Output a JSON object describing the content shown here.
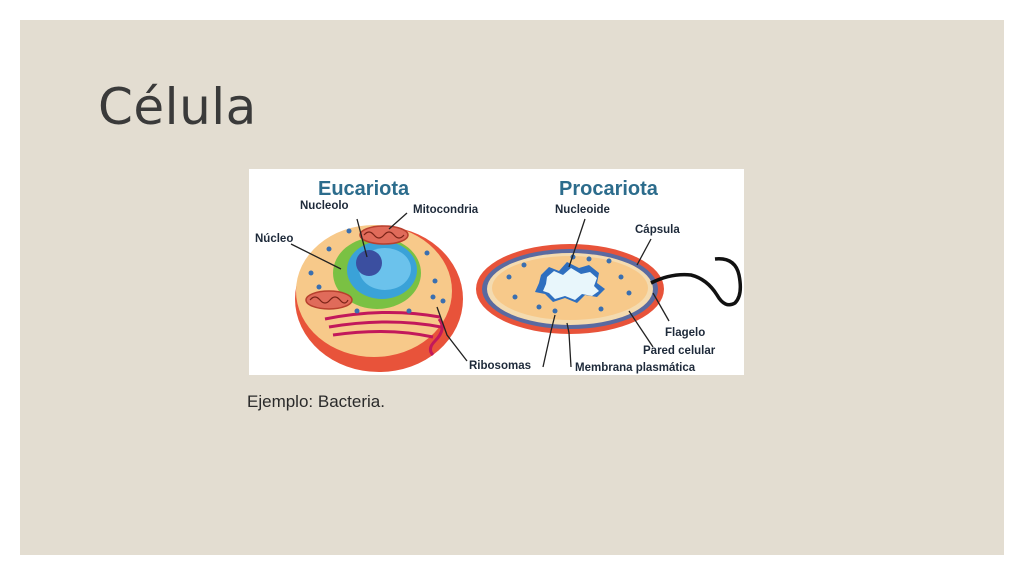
{
  "slide": {
    "title": "Célula",
    "caption": "Ejemplo: Bacteria."
  },
  "diagram": {
    "eukaryote": {
      "heading": "Eucariota",
      "labels": {
        "nucleolus": "Nucleolo",
        "mitochondria": "Mitocondria",
        "nucleus": "Núcleo",
        "ribosomes": "Ribosomas"
      }
    },
    "prokaryote": {
      "heading": "Procariota",
      "labels": {
        "nucleoid": "Nucleoide",
        "capsule": "Cápsula",
        "flagellum": "Flagelo",
        "cell_wall": "Pared celular",
        "plasma_membrane": "Membrana plasmática"
      }
    },
    "colors": {
      "heading": "#2c6c8c",
      "cell_outer": "#e8533a",
      "cytoplasm": "#f7c98a",
      "nucleus": "#3aa2d8",
      "er": "#7ac143",
      "golgi": "#c2185b"
    }
  }
}
